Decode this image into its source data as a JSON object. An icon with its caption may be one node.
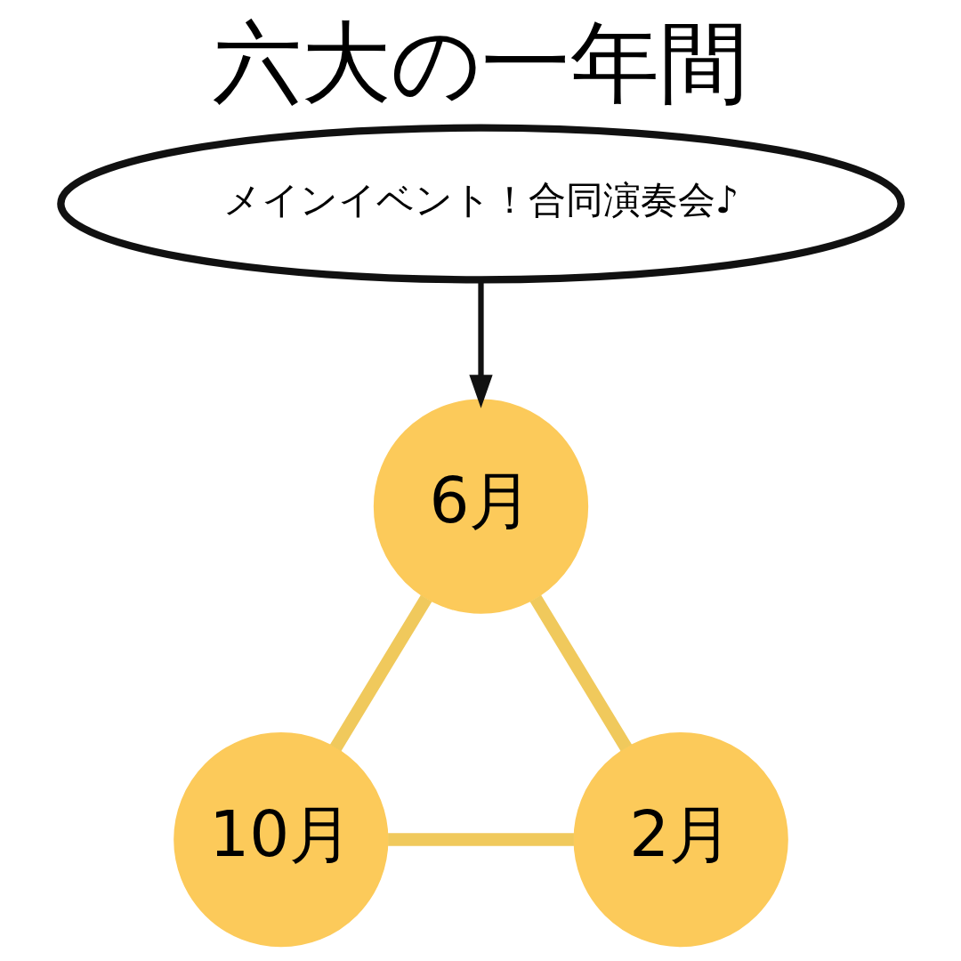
{
  "diagram": {
    "title": "六大の一年間",
    "nodes": [
      {
        "text": [
          "メインイベント！合同演奏会♪"
        ]
      },
      {
        "text": [
          "6月"
        ]
      },
      {
        "text": [
          "10月"
        ]
      },
      {
        "text": [
          "2月"
        ]
      }
    ],
    "edges": [
      {
        "from": 0,
        "to": 1,
        "arrow": "to",
        "color": "#111111"
      },
      {
        "from": 1,
        "to": 2,
        "arrow": "none"
      },
      {
        "from": 2,
        "to": 3,
        "arrow": "none"
      },
      {
        "from": 3,
        "to": 1,
        "arrow": "none"
      }
    ]
  }
}
